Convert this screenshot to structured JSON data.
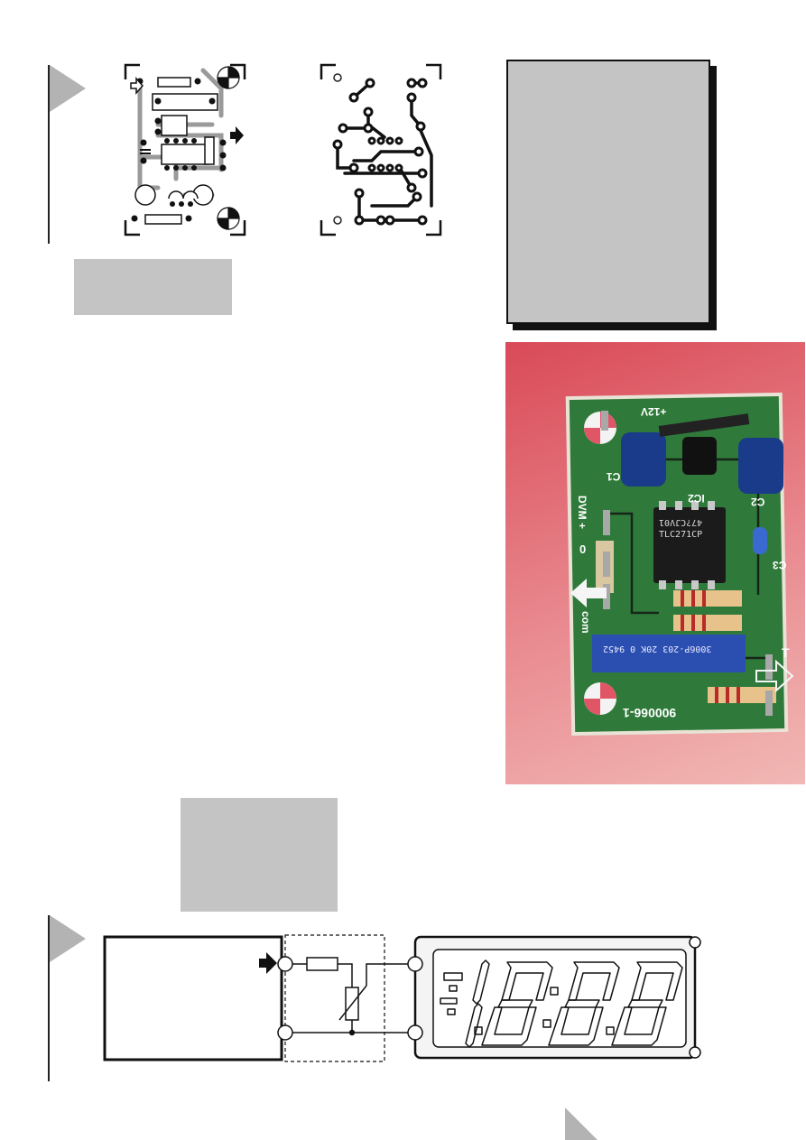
{
  "colors": {
    "panel_gray": "#c4c4c4",
    "marker_gray": "#b3b3b3",
    "pcb_green": "#2f7a3a",
    "photo_bg": "#e86a72",
    "pot_blue": "#2a4fb0"
  },
  "photo": {
    "dvm_plus_label": "DVM +",
    "zero_label": "0",
    "com_label": "com",
    "plus_12v_label": "+12V",
    "t_label": "T",
    "c1_label": "C1",
    "c2_label": "C2",
    "c3_label": "C3",
    "ic2_label": "IC2",
    "ic1_text_line1": "TLC271CP",
    "ic1_text_line2": "47?CJV01",
    "pot_text": "3006P-203 20K 0 9452",
    "board_code": "900066-1"
  },
  "display": {
    "digits": "1.8:8.8"
  }
}
